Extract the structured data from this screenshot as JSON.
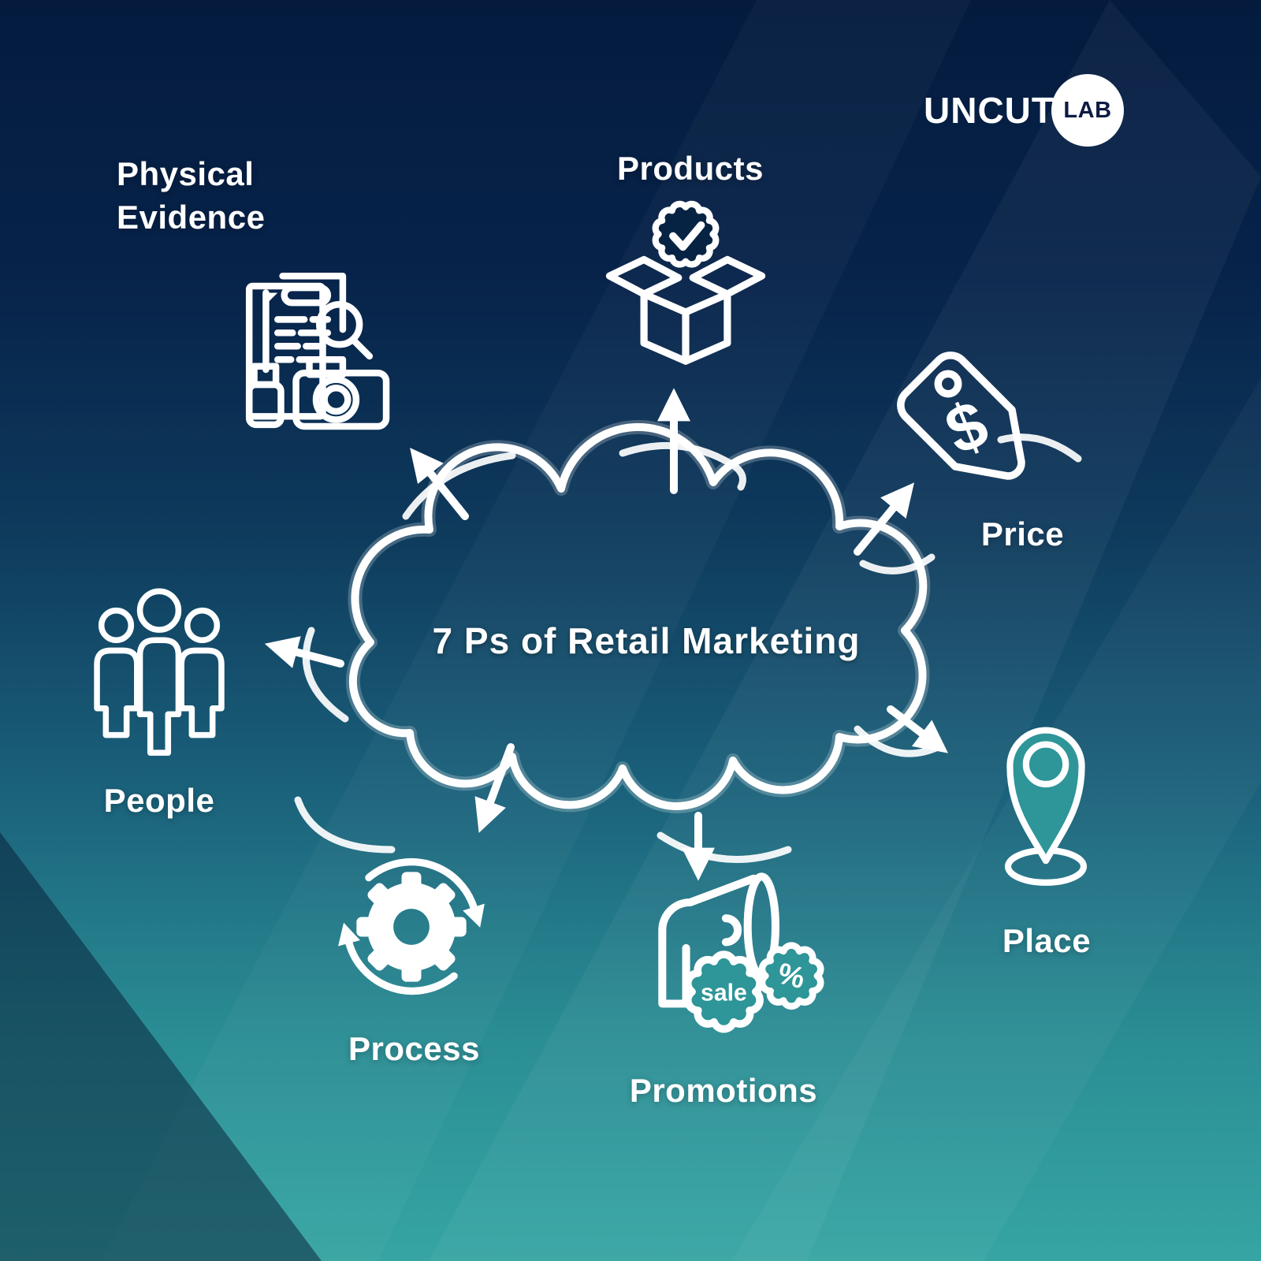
{
  "brand": {
    "name": "UNCUT",
    "badge": "LAB"
  },
  "center": {
    "title": "7 Ps of Retail Marketing"
  },
  "items": {
    "physical_evidence": {
      "label": "Physical Evidence"
    },
    "products": {
      "label": "Products"
    },
    "price": {
      "label": "Price"
    },
    "place": {
      "label": "Place"
    },
    "promotions": {
      "label": "Promotions"
    },
    "process": {
      "label": "Process"
    },
    "people": {
      "label": "People"
    }
  },
  "icon_texts": {
    "sale": "sale",
    "percent": "%",
    "currency": "$"
  },
  "colors": {
    "background_top": "#041b3e",
    "background_bottom": "#36a5a3",
    "line_art": "#ffffff",
    "logo_badge_text": "#0d1b42"
  }
}
